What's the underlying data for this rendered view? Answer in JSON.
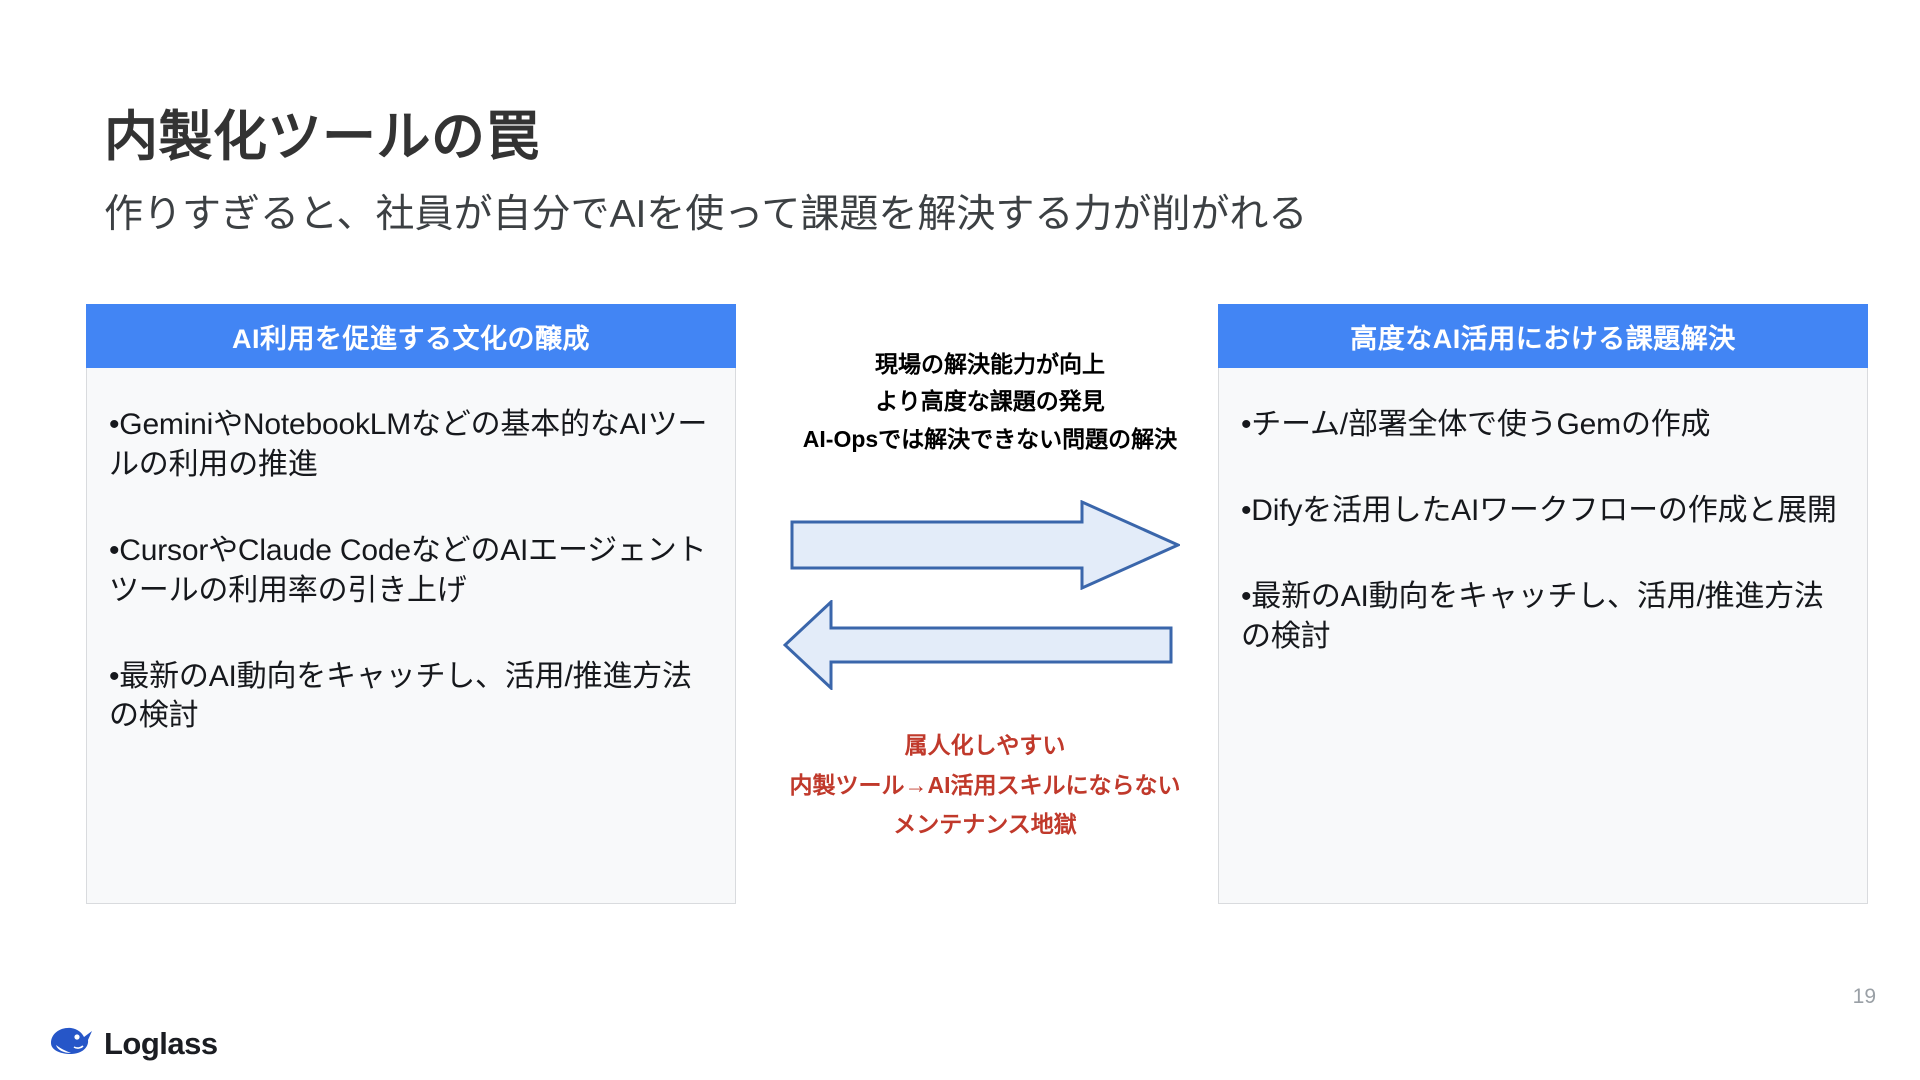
{
  "slide": {
    "title": "内製化ツールの罠",
    "subtitle": "作りすぎると、社員が自分でAIを使って課題を解決する力が削がれる",
    "page_number": "19"
  },
  "colors": {
    "panel_header_blue": "#4285f4",
    "panel_background": "#f8f9fa",
    "panel_border": "#d9dbde",
    "arrow_fill": "#e3ecf9",
    "arrow_stroke": "#3a66ab",
    "warning_red": "#c0392b",
    "title_gray": "#333333",
    "page_number_gray": "#9aa0a6",
    "logo_blue": "#2656c8"
  },
  "left_panel": {
    "header": "AI利用を促進する文化の醸成",
    "bullets": [
      "•GeminiやNotebookLMなどの基本的なAIツールの利用の推進",
      "•CursorやClaude CodeなどのAIエージェントツールの利用率の引き上げ",
      "•最新のAI動向をキャッチし、活用/推進方法の検討"
    ]
  },
  "right_panel": {
    "header": "高度なAI活用における課題解決",
    "bullets": [
      "•チーム/部署全体で使うGemの作成",
      "•Difyを活用したAIワークフローの作成と展開",
      "•最新のAI動向をキャッチし、活用/推進方法の検討"
    ]
  },
  "center": {
    "top_notes": [
      "現場の解決能力が向上",
      "より高度な課題の発見",
      "AI-Opsでは解決できない問題の解決"
    ],
    "bottom_notes": [
      "属人化しやすい",
      "内製ツール→AI活用スキルにならない",
      "メンテナンス地獄"
    ],
    "arrow_right_name": "right-arrow",
    "arrow_left_name": "left-arrow"
  },
  "footer": {
    "brand": "Loglass"
  }
}
